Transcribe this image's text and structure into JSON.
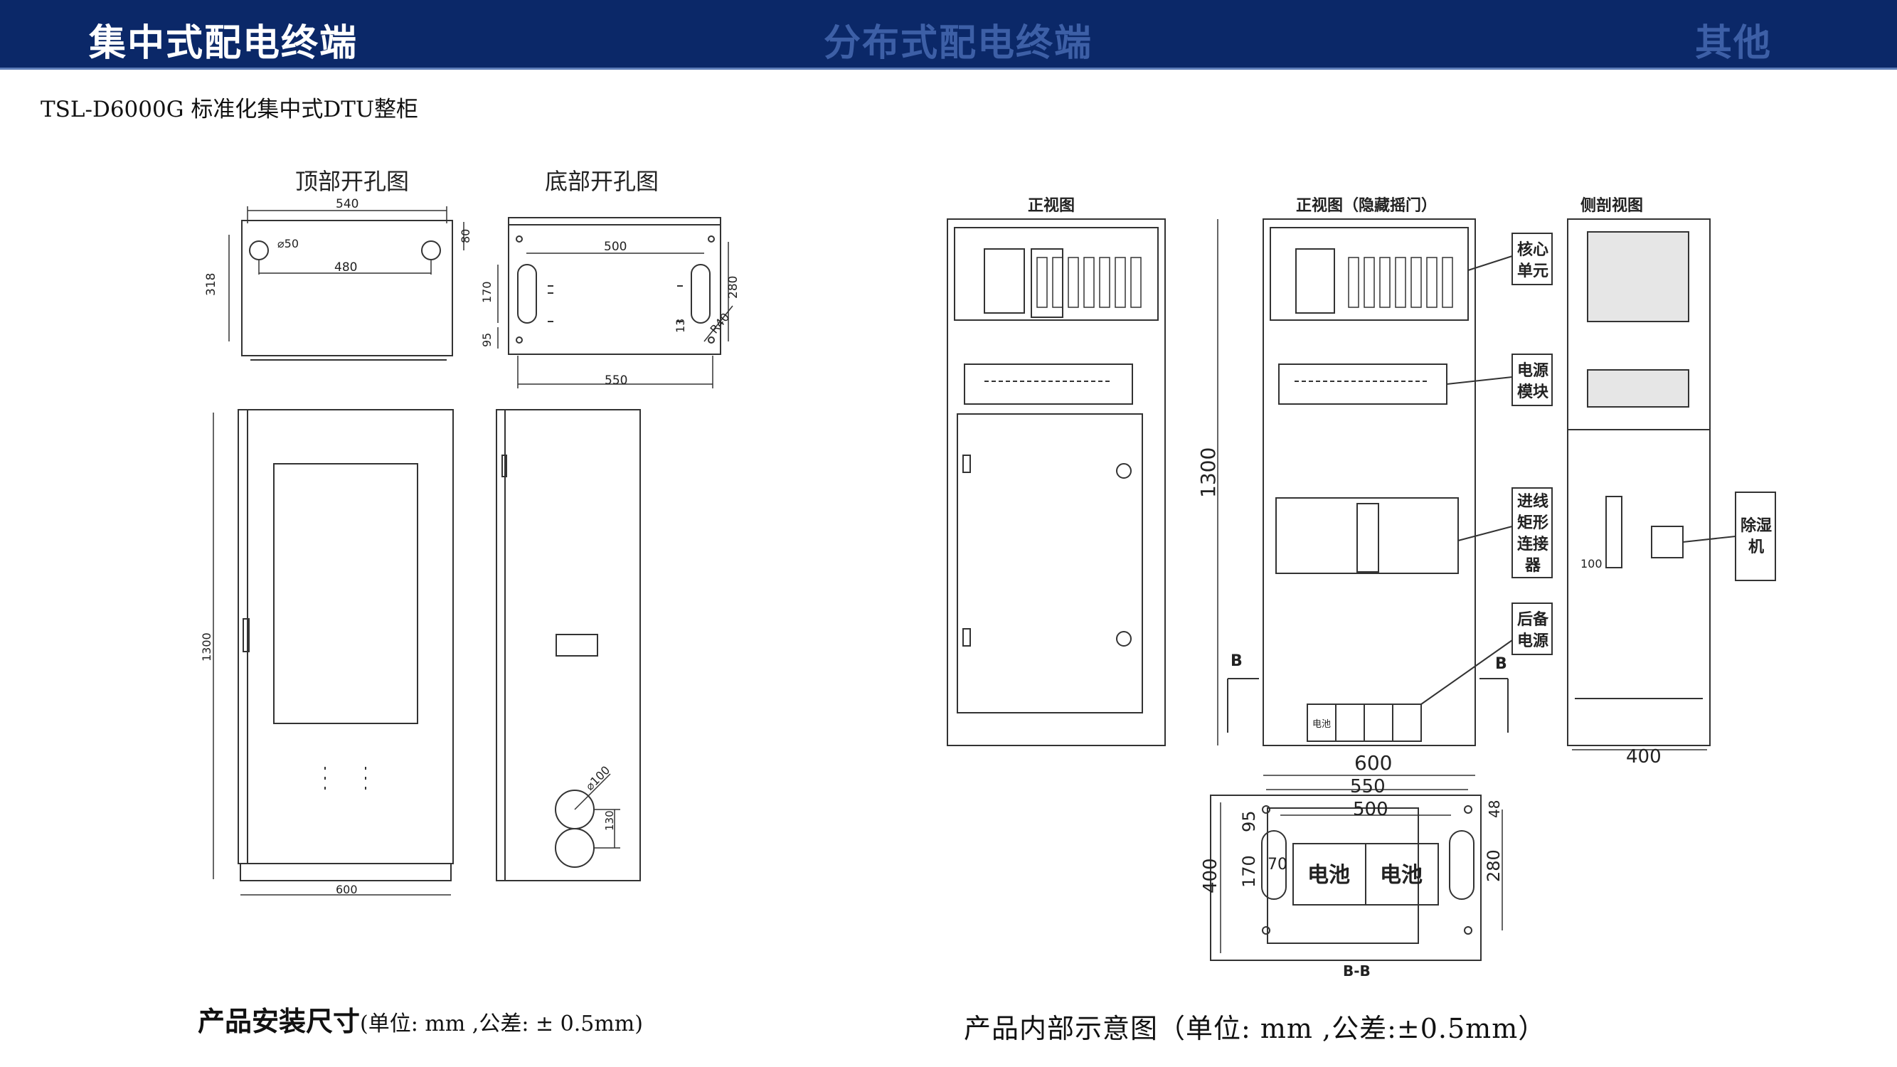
{
  "tabs": [
    {
      "label": "集中式配电终端",
      "active": true
    },
    {
      "label": "分布式配电终端",
      "active": false
    },
    {
      "label": "其他",
      "active": false
    }
  ],
  "colors": {
    "header_bg": "#0b2868",
    "tab_active": "#ffffff",
    "tab_inactive": "#3d5fa6"
  },
  "product_title": "TSL-D6000G 标准化集中式DTU整柜",
  "install": {
    "top_view_title": "顶部开孔图",
    "bottom_view_title": "底部开孔图",
    "top_dims": {
      "width": "540",
      "hole_spacing": "480",
      "hole_dia": "⌀50",
      "depth": "318",
      "edge": "80"
    },
    "bottom_dims": {
      "span": "500",
      "outer": "550",
      "height": "280",
      "slot": "170",
      "offset": "95",
      "r": "R40",
      "small": "13"
    },
    "front_dims": {
      "height": "1300",
      "width": "600"
    },
    "side_dims": {
      "hole_dia": "⌀100",
      "hole_spacing": "130"
    },
    "caption_main": "产品安装尺寸",
    "caption_unit": "(单位: mm ,公差: ± 0.5mm)"
  },
  "internal": {
    "front_title": "正视图",
    "front_hidden_title": "正视图（隐藏摇门）",
    "side_title": "侧剖视图",
    "callouts": [
      "核心\n单元",
      "电源\n模块",
      "进线\n矩形\n连接\n器",
      "后备\n电源",
      "除湿\n机"
    ],
    "section_marker": "B",
    "section_title": "B-B",
    "dims": {
      "height": "1300",
      "width": "600",
      "depth": "400",
      "side_dim": "100",
      "plan_550": "550",
      "plan_500": "500",
      "plan_95": "95",
      "plan_170": "170",
      "plan_400": "400",
      "plan_70": "70",
      "plan_48": "48",
      "plan_280": "280"
    },
    "battery_label": "电池",
    "battery_small_label": "电池",
    "caption": "产品内部示意图（单位: mm ,公差:±0.5mm）"
  }
}
